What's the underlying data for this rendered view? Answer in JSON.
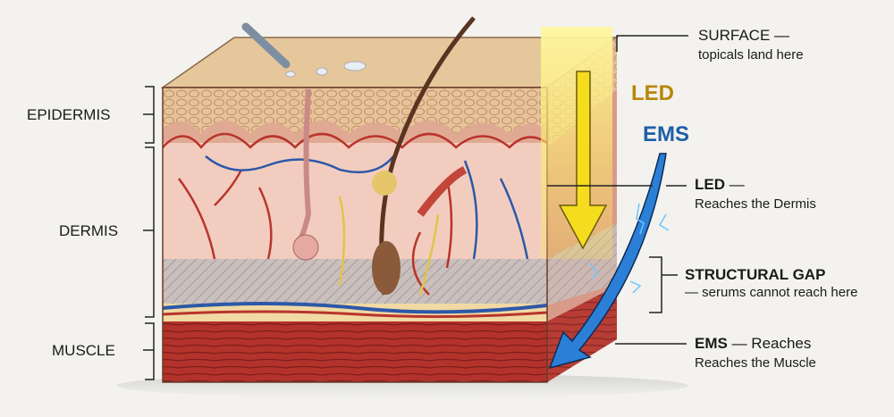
{
  "layers": {
    "epidermis": "EPIDERMIS",
    "dermis": "DERMIS",
    "muscle": "MUSCLE"
  },
  "beams": {
    "led": "LED",
    "ems": "EMS"
  },
  "callouts": {
    "surface_title": "SURFACE —",
    "surface_sub": "topicals land here",
    "led_title": "LED",
    "led_dash": " —",
    "led_sub": "Reaches the Dermis",
    "gap_title": "STRUCTURAL GAP",
    "gap_sub": "— serums cannot reach here",
    "ems_title": "EMS",
    "ems_rest": " — Reaches",
    "ems_sub": "Reaches the Muscle"
  },
  "colors": {
    "led": "#b8860b",
    "ems": "#1f5fa8",
    "muscle": "#b0302a",
    "dermis": "#f1c9bd",
    "epidermis": "#e9c39a"
  }
}
